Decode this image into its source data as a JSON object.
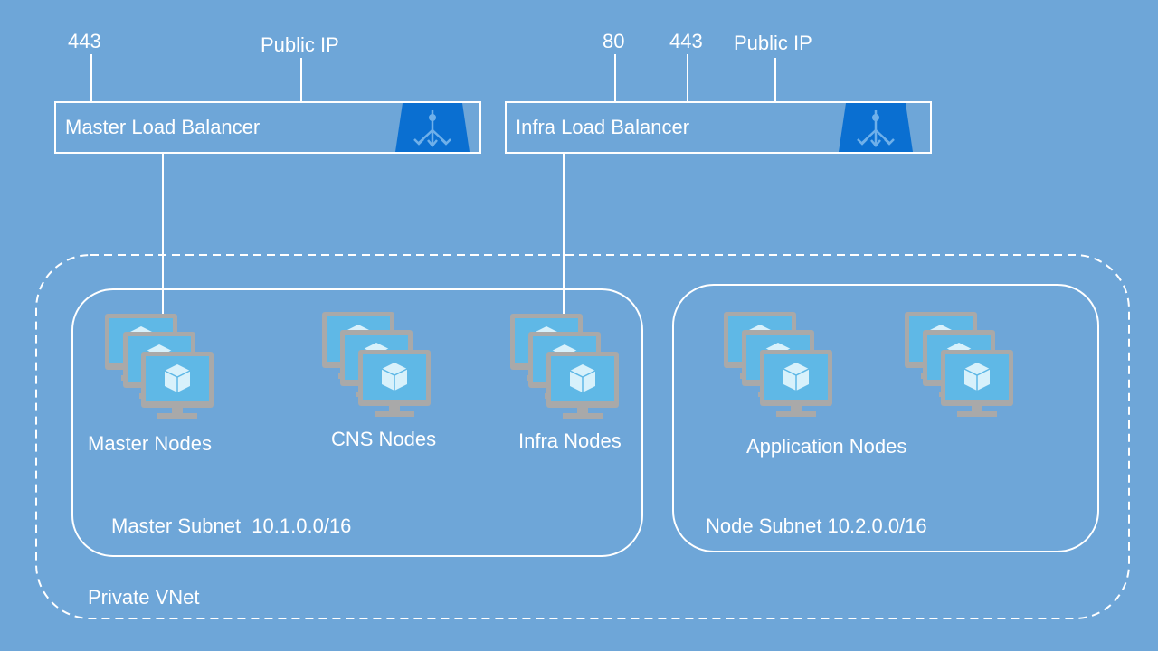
{
  "colors": {
    "background": "#6ea6d8",
    "stroke": "#ffffff",
    "lb_icon_fill": "#0a6fd1",
    "monitor_frame": "#a9a9a9",
    "monitor_screen": "#5fb8e6",
    "cube": "#d8f1fb"
  },
  "master_lb": {
    "title": "Master Load Balancer",
    "ports": [
      "443"
    ],
    "public_ip": "Public IP",
    "icon": "load-balancer-icon"
  },
  "infra_lb": {
    "title": "Infra Load Balancer",
    "ports": [
      "80",
      "443"
    ],
    "public_ip": "Public IP",
    "icon": "load-balancer-icon"
  },
  "vnet": {
    "label": "Private VNet"
  },
  "master_subnet": {
    "label": "Master Subnet  10.1.0.0/16",
    "groups": [
      {
        "label": "Master Nodes",
        "icon": "vm-stack-icon"
      },
      {
        "label": "CNS Nodes",
        "icon": "vm-stack-icon"
      },
      {
        "label": "Infra Nodes",
        "icon": "vm-stack-icon"
      }
    ]
  },
  "node_subnet": {
    "label": "Node Subnet 10.2.0.0/16",
    "groups": [
      {
        "label": "Application Nodes",
        "icon": "vm-stack-icon"
      }
    ]
  }
}
